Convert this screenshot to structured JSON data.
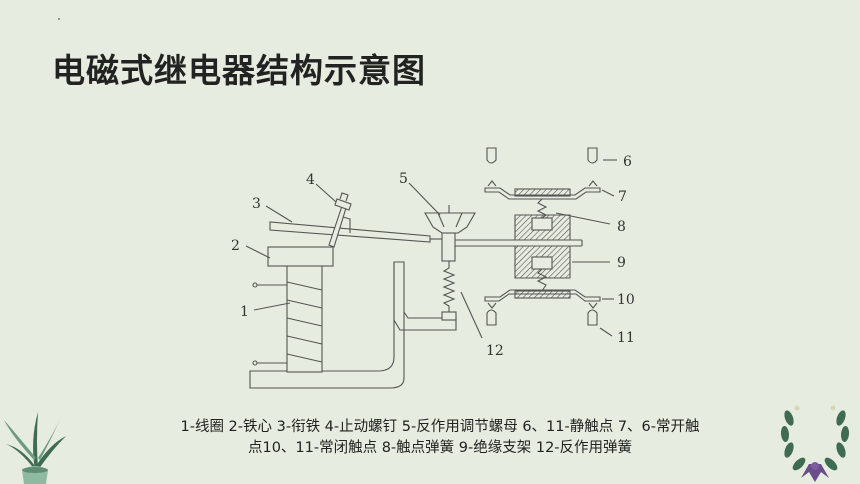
{
  "title": "电磁式继电器结构示意图",
  "labels": {
    "l1": "1",
    "l2": "2",
    "l3": "3",
    "l4": "4",
    "l5": "5",
    "l6": "6",
    "l7": "7",
    "l8": "8",
    "l9": "9",
    "l10": "10",
    "l11": "11",
    "l12": "12"
  },
  "caption": {
    "line1": "1-线圈  2-铁心  3-衔铁  4-止动螺钉  5-反作用调节螺母  6、11-静触点  7、6-常开触",
    "line2": "点10、11-常闭触点  8-触点弹簧  9-绝缘支架  12-反作用弹簧"
  },
  "colors": {
    "background": "#e6ecdf",
    "line": "#555555",
    "hatch": "#555555",
    "leaf_dark": "#3f6b52",
    "leaf_light": "#8fb9a0",
    "ribbon": "#6b4c8a"
  }
}
